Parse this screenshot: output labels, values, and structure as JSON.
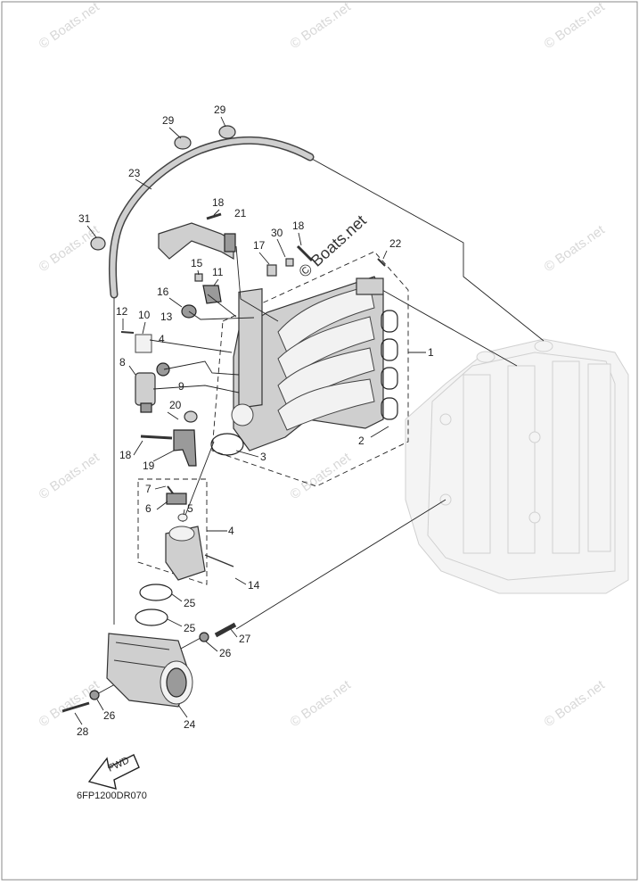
{
  "diagram": {
    "code": "6FP1200DR070",
    "fwd_label": "FWD",
    "watermark_center": "© Boats.net",
    "watermark_tile": "© Boats.net",
    "callouts": [
      {
        "id": "c1",
        "text": "1"
      },
      {
        "id": "c2",
        "text": "2"
      },
      {
        "id": "c3",
        "text": "3"
      },
      {
        "id": "c4a",
        "text": "4"
      },
      {
        "id": "c4b",
        "text": "4"
      },
      {
        "id": "c5",
        "text": "5"
      },
      {
        "id": "c6",
        "text": "6"
      },
      {
        "id": "c7",
        "text": "7"
      },
      {
        "id": "c8",
        "text": "8"
      },
      {
        "id": "c9",
        "text": "9"
      },
      {
        "id": "c10",
        "text": "10"
      },
      {
        "id": "c11",
        "text": "11"
      },
      {
        "id": "c12",
        "text": "12"
      },
      {
        "id": "c13",
        "text": "13"
      },
      {
        "id": "c14",
        "text": "14"
      },
      {
        "id": "c15",
        "text": "15"
      },
      {
        "id": "c16",
        "text": "16"
      },
      {
        "id": "c17",
        "text": "17"
      },
      {
        "id": "c18a",
        "text": "18"
      },
      {
        "id": "c18b",
        "text": "18"
      },
      {
        "id": "c18c",
        "text": "18"
      },
      {
        "id": "c19",
        "text": "19"
      },
      {
        "id": "c20",
        "text": "20"
      },
      {
        "id": "c21",
        "text": "21"
      },
      {
        "id": "c22",
        "text": "22"
      },
      {
        "id": "c23",
        "text": "23"
      },
      {
        "id": "c24",
        "text": "24"
      },
      {
        "id": "c25a",
        "text": "25"
      },
      {
        "id": "c25b",
        "text": "25"
      },
      {
        "id": "c26a",
        "text": "26"
      },
      {
        "id": "c26b",
        "text": "26"
      },
      {
        "id": "c27",
        "text": "27"
      },
      {
        "id": "c28",
        "text": "28"
      },
      {
        "id": "c29a",
        "text": "29"
      },
      {
        "id": "c29b",
        "text": "29"
      },
      {
        "id": "c30",
        "text": "30"
      },
      {
        "id": "c31",
        "text": "31"
      }
    ]
  }
}
